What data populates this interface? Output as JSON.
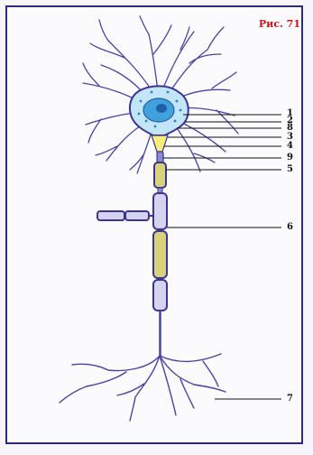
{
  "figure": {
    "title": "Рис. 71",
    "title_color": "#c4161c",
    "border_color": "#2d2a78"
  },
  "callouts": [
    "1",
    "2",
    "8",
    "3",
    "4",
    "9",
    "5",
    "6",
    "7"
  ],
  "colors": {
    "neuron_stroke": "#3b3591",
    "nucleus": "#3fa8e0",
    "cytoplasm": "#bfe6f7",
    "axon_hillock": "#f4ef7a",
    "myelin_core": "#d9d27a"
  }
}
